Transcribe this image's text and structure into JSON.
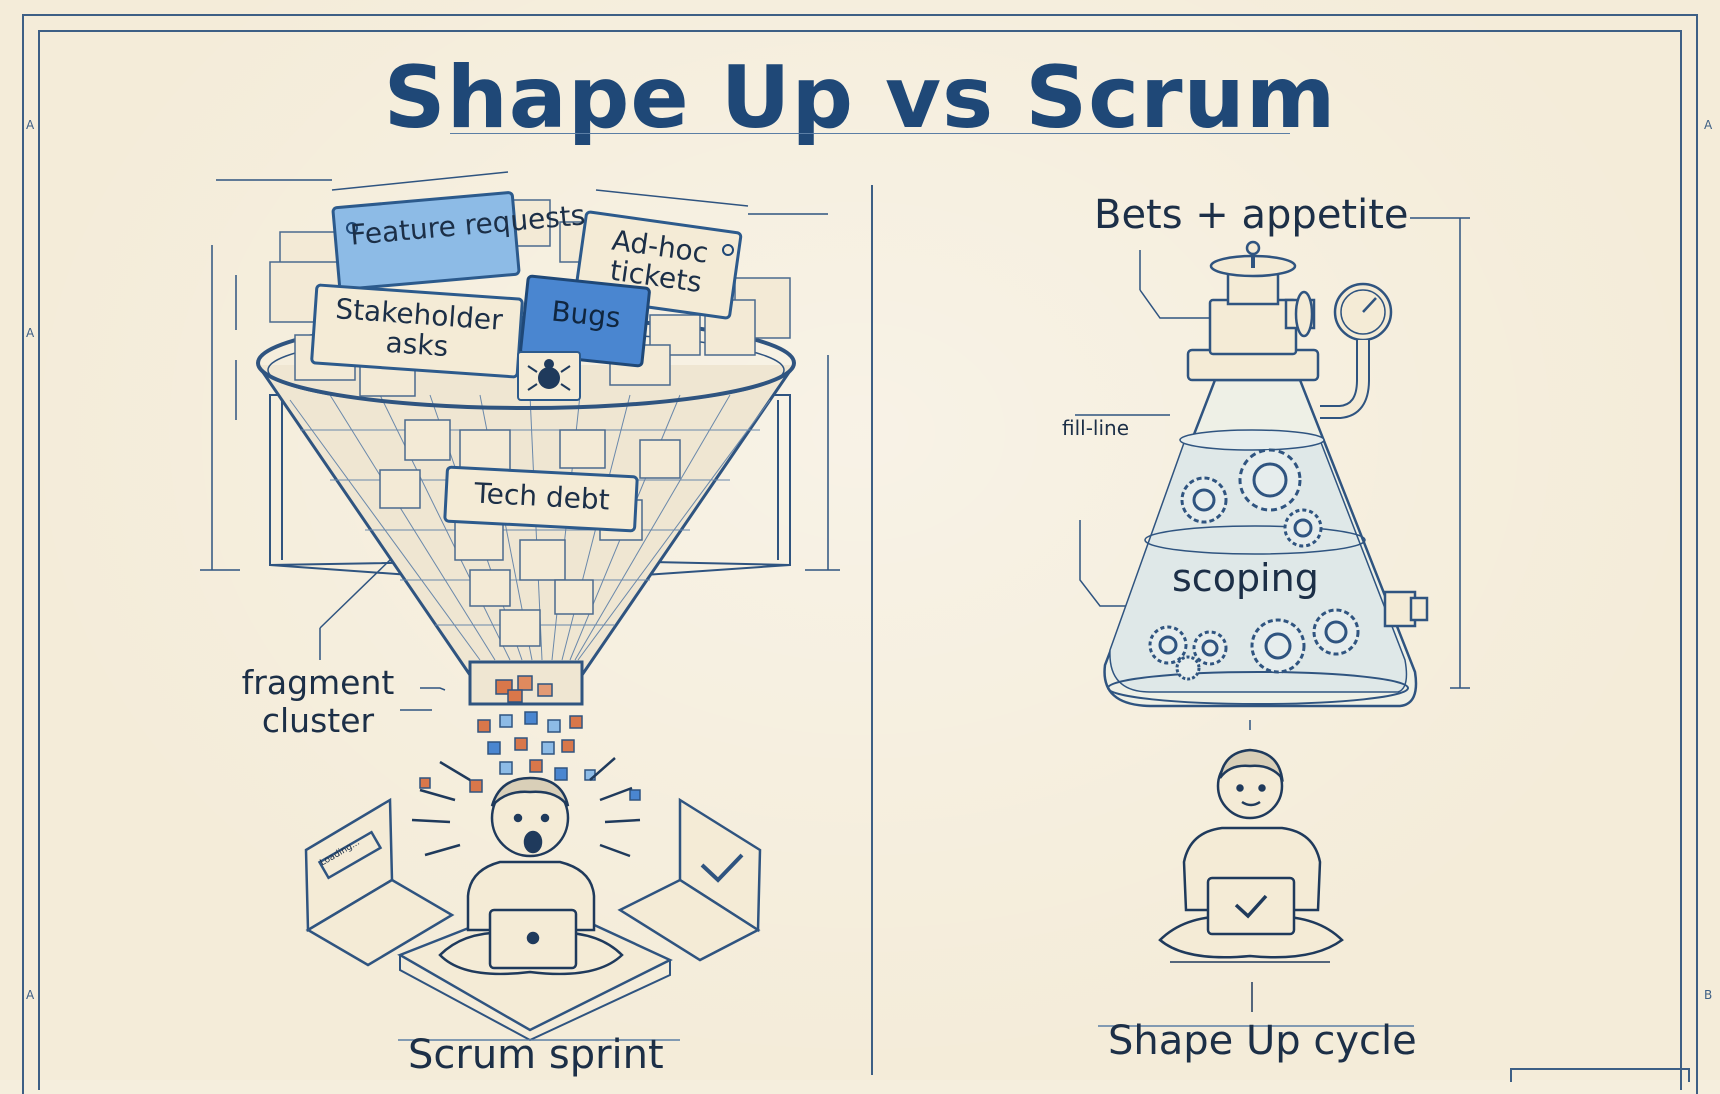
{
  "title": "Shape Up vs Scrum",
  "left": {
    "tags": {
      "feature_requests": "Feature requests",
      "ad_hoc_tickets": "Ad-hoc tickets",
      "stakeholder_asks": "Stakeholder asks",
      "bugs": "Bugs",
      "tech_debt": "Tech debt"
    },
    "fragment_label": "fragment cluster",
    "laptop_screen_text": "Loading...",
    "caption": "Scrum sprint"
  },
  "right": {
    "top_label": "Bets + appetite",
    "fill_line_label": "fill-line",
    "scoping_label": "scoping",
    "caption": "Shape Up cycle"
  },
  "frame": {
    "zone_markers": [
      "A",
      "A",
      "A",
      "A",
      "B"
    ]
  },
  "colors": {
    "ink": "#1f4877",
    "paper": "#f4ecd9",
    "highlight_blue": "#4a86d0",
    "light_blue": "#8dbbe6",
    "fragment_orange": "#d9774a"
  }
}
